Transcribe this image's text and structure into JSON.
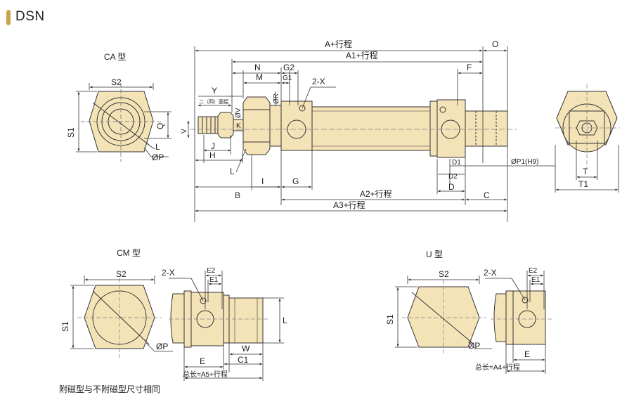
{
  "header": {
    "title": "DSN"
  },
  "views": {
    "ca": "CA 型",
    "cm": "CM 型",
    "u": "U 型"
  },
  "dims": {
    "a_stroke": "A+行程",
    "a1_stroke": "A1+行程",
    "a2_stroke": "A2+行程",
    "a3_stroke": "A3+行程",
    "o": "O",
    "f": "F",
    "n": "N",
    "m": "M",
    "g2": "G2",
    "g1": "G1",
    "x2": "2-X",
    "y": "Y",
    "flats": "二（四）面幅",
    "v": "V",
    "phi_v": "ØV",
    "phi_r": "ØR",
    "k": "K",
    "j": "J",
    "h": "H",
    "l": "L",
    "b": "B",
    "i": "I",
    "g": "G",
    "c": "C",
    "d": "D",
    "d1": "D1",
    "d2": "D2",
    "phi_p1": "ØP1(H9)",
    "t": "T",
    "t1": "T1",
    "s1": "S1",
    "s2": "S2",
    "q": "Q",
    "phi_p": "ØP",
    "e": "E",
    "e1": "E1",
    "e2": "E2",
    "w": "W",
    "c1": "C1",
    "total_a5": "总长=A5+行程",
    "total_a4": "总长=A4+行程"
  },
  "footnote": "附磁型与不附磁型尺寸相同",
  "colors": {
    "body_fill": "#f5e3b8",
    "line": "#333333",
    "accent": "#c9a24c"
  }
}
